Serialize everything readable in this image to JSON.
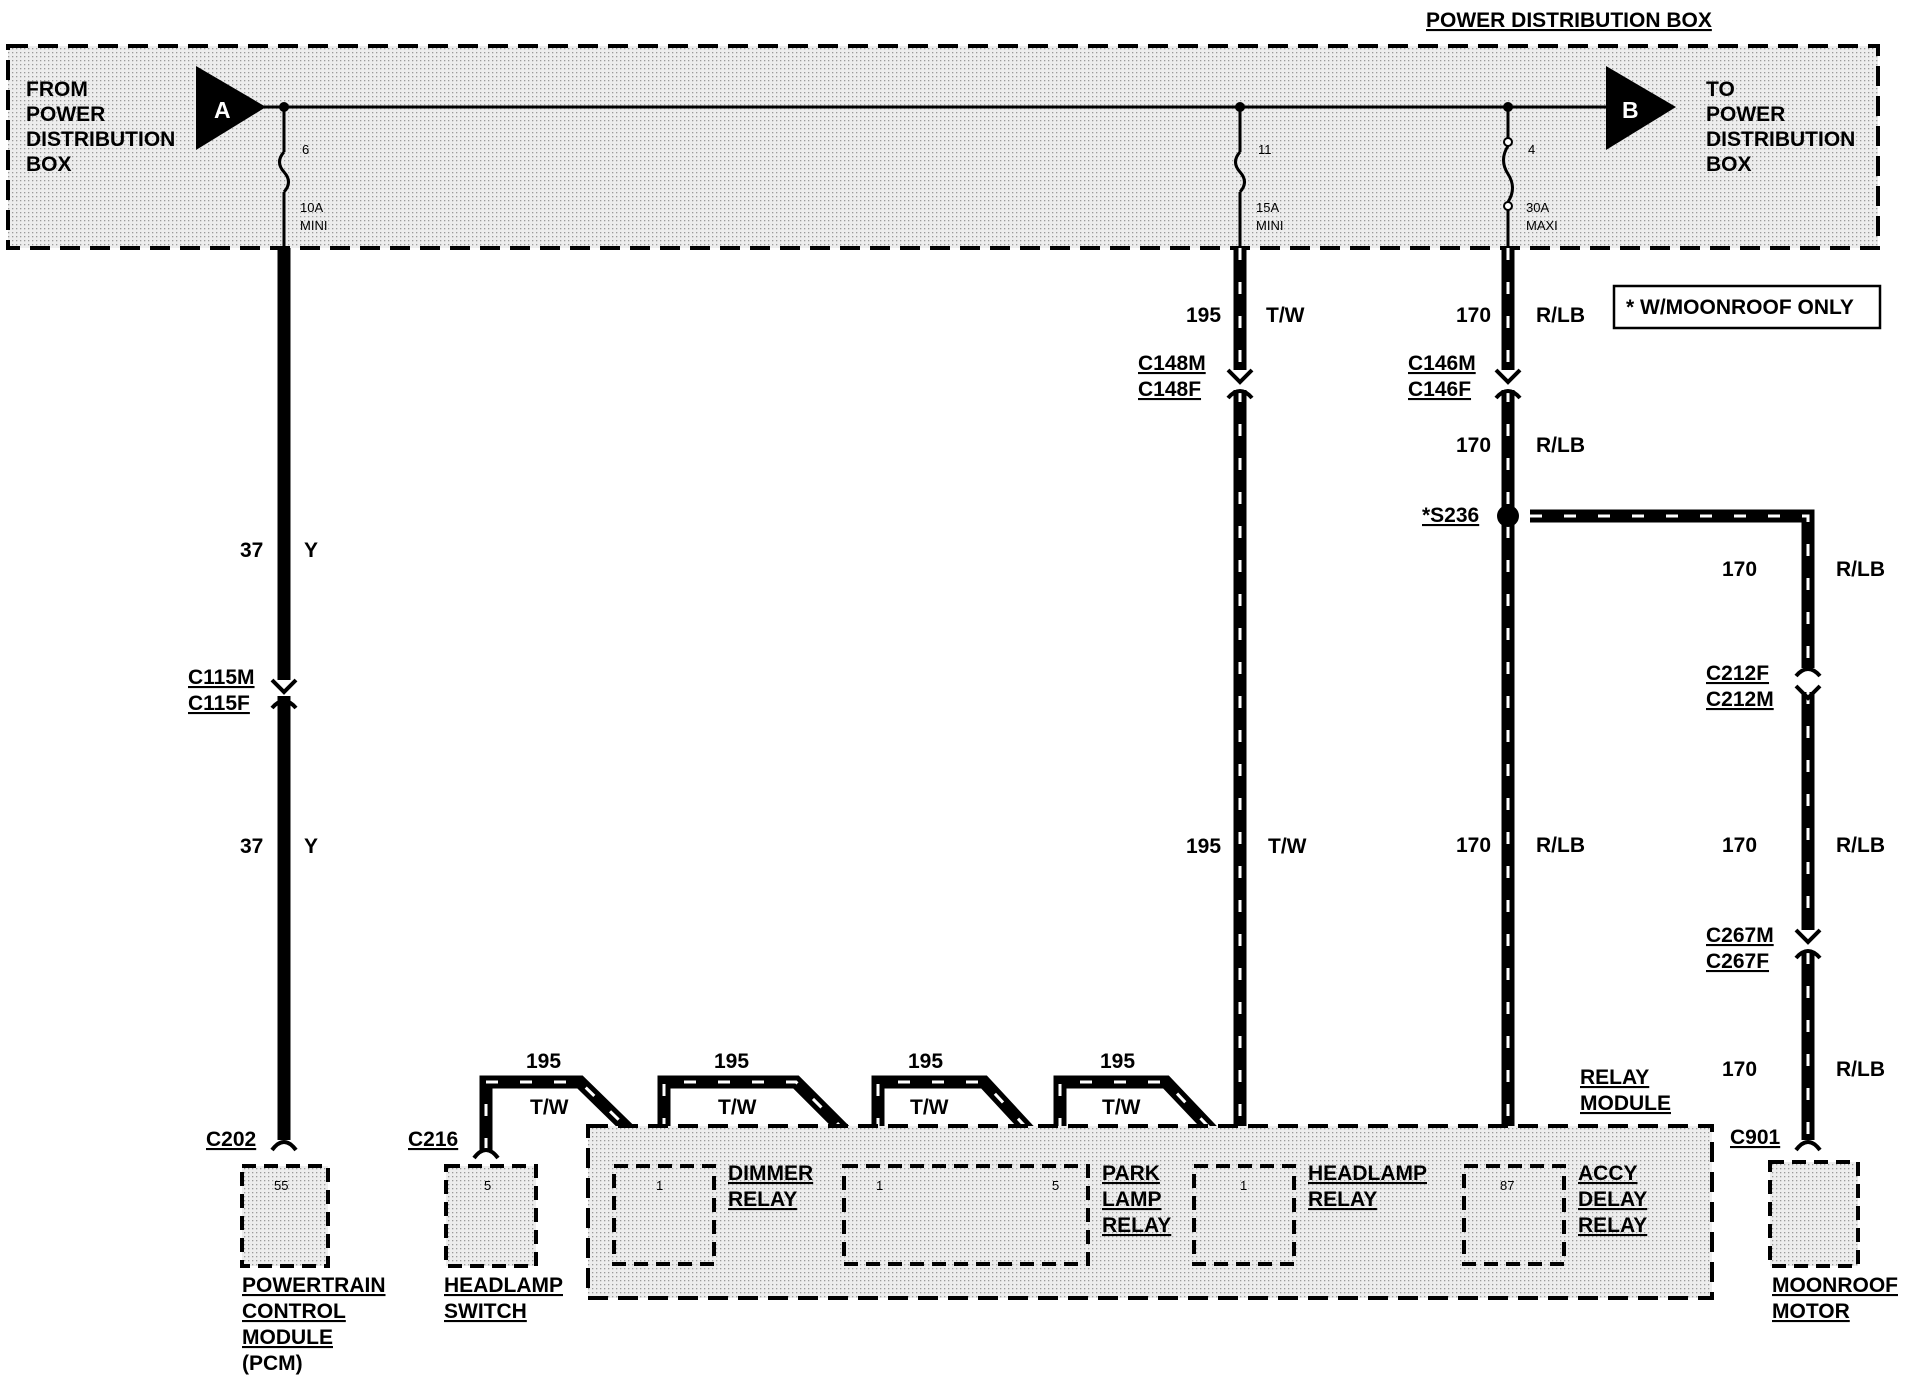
{
  "pdb": {
    "title": "POWER DISTRIBUTION BOX",
    "from_label": [
      "FROM",
      "POWER",
      "DISTRIBUTION",
      "BOX"
    ],
    "to_label": [
      "TO",
      "POWER",
      "DISTRIBUTION",
      "BOX"
    ],
    "connector_a": "A",
    "connector_b": "B",
    "fuses": [
      {
        "number": "6",
        "rating": "10A",
        "type": "MINI"
      },
      {
        "number": "11",
        "rating": "15A",
        "type": "MINI"
      },
      {
        "number": "4",
        "rating": "30A",
        "type": "MAXI"
      }
    ]
  },
  "note": "* W/MOONROOF ONLY",
  "circuit_37": {
    "num": "37",
    "color": "Y",
    "connector": [
      "C115M",
      "C115F"
    ],
    "end_connector": "C202"
  },
  "circuit_195": {
    "num": "195",
    "color": "T/W",
    "connector": [
      "C148M",
      "C148F"
    ]
  },
  "circuit_170": {
    "num": "170",
    "color": "R/LB",
    "connector": [
      "C146M",
      "C146F"
    ],
    "splice": "*S236",
    "branch_connector_a": [
      "C212F",
      "C212M"
    ],
    "branch_connector_b": [
      "C267M",
      "C267F"
    ],
    "end_connector": "C901"
  },
  "headlamp_switch_connector": "C216",
  "relay_module": {
    "title": [
      "RELAY",
      "MODULE"
    ],
    "relays": [
      {
        "name": [
          "DIMMER",
          "RELAY"
        ],
        "pins": [
          "1"
        ]
      },
      {
        "name": [
          "PARK",
          "LAMP",
          "RELAY"
        ],
        "pins": [
          "1",
          "5"
        ]
      },
      {
        "name": [
          "HEADLAMP",
          "RELAY"
        ],
        "pins": [
          "1"
        ]
      },
      {
        "name": [
          "ACCY",
          "DELAY",
          "RELAY"
        ],
        "pins": [
          "87"
        ]
      }
    ]
  },
  "components": {
    "pcm": {
      "pin": "55",
      "name": [
        "POWERTRAIN",
        "CONTROL",
        "MODULE",
        "(PCM)"
      ]
    },
    "headlamp_switch": {
      "pin": "5",
      "name": [
        "HEADLAMP",
        "SWITCH"
      ]
    },
    "moonroof_motor": {
      "pin": "",
      "name": [
        "MOONROOF",
        "MOTOR"
      ]
    }
  }
}
